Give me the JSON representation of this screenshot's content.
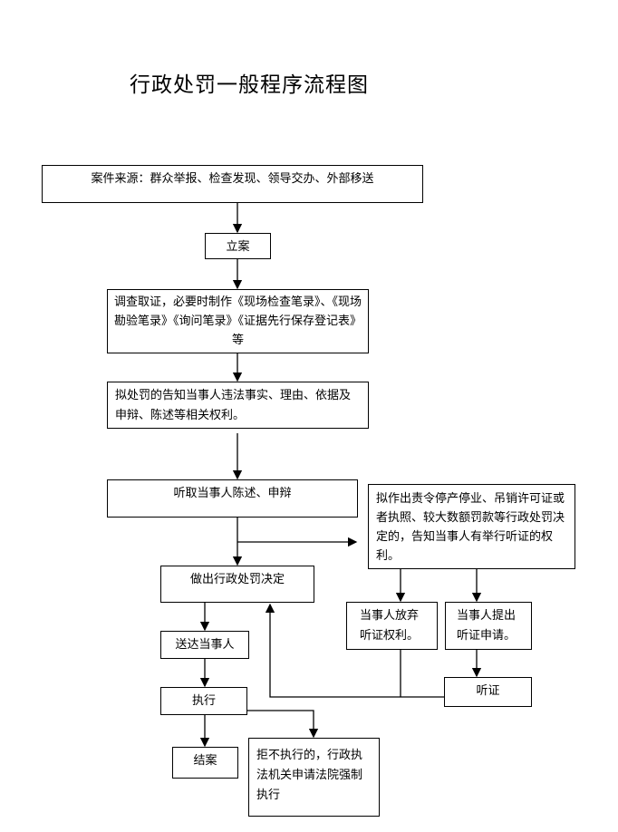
{
  "title": "行政处罚一般程序流程图",
  "nodes": {
    "source": "案件来源：群众举报、检查发现、领导交办、外部移送",
    "filing": "立案",
    "investigate": "调查取证，必要时制作《现场检查笔录》、《现场勘验笔录》《询问笔录》《证据先行保存登记表》等",
    "notify": "拟处罚的告知当事人违法事实、理由、依据及申辩、陈述等相关权利。",
    "hear_statement": "听取当事人陈述、申辩",
    "hearing_notice": "拟作出责令停产停业、吊销许可证或者执照、较大数额罚款等行政处罚决定的，告知当事人有举行听证的权利。",
    "waive": "当事人放弃听证权利。",
    "request": "当事人提出听证申请。",
    "hearing": "听证",
    "decision": "做出行政处罚决定",
    "deliver": "送达当事人",
    "execute": "执行",
    "close": "结案",
    "refuse": "拒不执行的，行政执法机关申请法院强制执行"
  }
}
